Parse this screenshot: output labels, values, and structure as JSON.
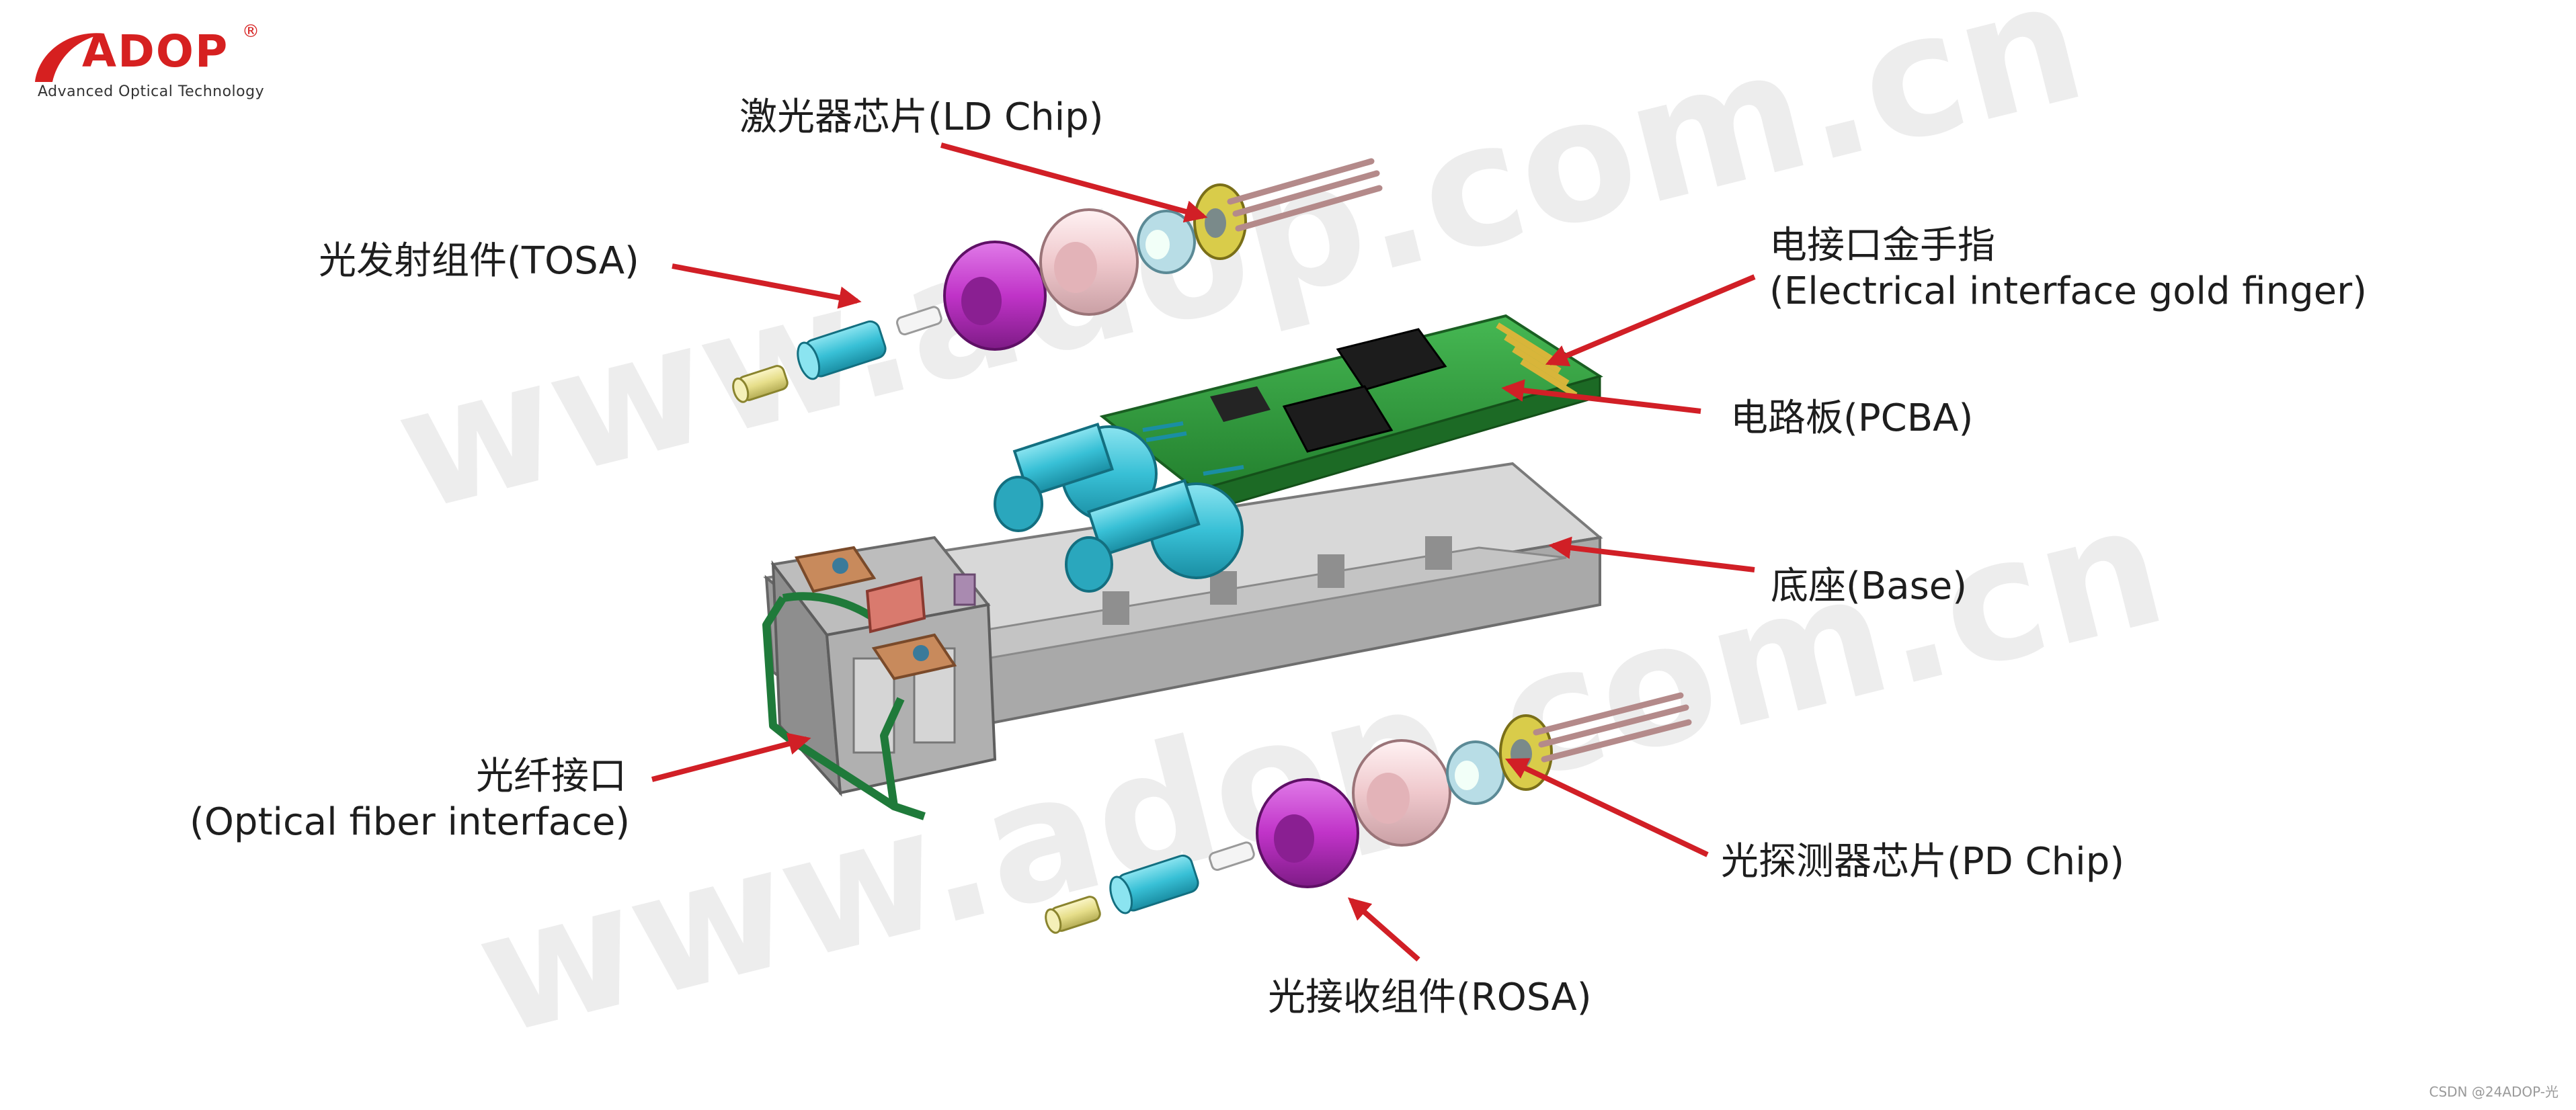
{
  "logo": {
    "brand": "ADOP",
    "registered": "®",
    "tagline": "Advanced Optical Technology",
    "brand_color": "#d62020"
  },
  "watermark": "www.adop.com.cn",
  "labels": {
    "ld_chip": "激光器芯片(LD Chip)",
    "tosa": "光发射组件(TOSA)",
    "gold_finger_cn": "电接口金手指",
    "gold_finger_en": "(Electrical interface gold finger)",
    "pcba": "电路板(PCBA)",
    "base": "底座(Base)",
    "fiber_cn": "光纤接口",
    "fiber_en": "(Optical fiber interface)",
    "pd_chip": "光探测器芯片(PD Chip)",
    "rosa": "光接收组件(ROSA)"
  },
  "credit": "CSDN @24ADOP-光",
  "colors": {
    "arrow": "#d11f26",
    "pcb_green": "#2e9a3a",
    "cyan": "#38c0d6",
    "magenta": "#c033c8",
    "pink": "#efc8cc",
    "base_gray": "#b9b9b9",
    "copper": "#c88a5c"
  }
}
